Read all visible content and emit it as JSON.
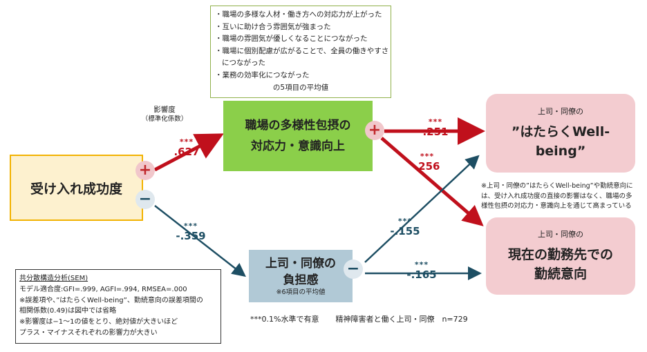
{
  "note_top": {
    "items": [
      "・職場の多様な人材・働き方への対応力が上がった",
      "・互いに助け合う雰囲気が強まった",
      "・職場の雰囲気が優しくなることにつながった",
      "・職場に個別配慮が広がることで、全員の働きやすさ",
      "につながった",
      "・業務の効率化につながった"
    ],
    "foot": "の5項目の平均値"
  },
  "effect_label": {
    "line1": "影響度",
    "line2": "（標準化係数）"
  },
  "nodes": {
    "accept": "受け入れ成功度",
    "inclusion_line1": "職場の多様性包摂の",
    "inclusion_line2": "対応力・意識向上",
    "burden_line1": "上司・同僚の",
    "burden_line2": "負担感",
    "burden_sub": "※6項目の平均値",
    "wellbeing_pre": "上司・同僚の",
    "wellbeing_line1": "”はたらくWell-",
    "wellbeing_line2": "being”",
    "retention_pre": "上司・同僚の",
    "retention_line1": "現在の勤務先での",
    "retention_line2": "勤続意向"
  },
  "signs": {
    "plus": "+",
    "minus": "−"
  },
  "paths": [
    {
      "from": "受け入れ成功度",
      "to": "職場の多様性包摂の対応力・意識向上",
      "coef": ".627",
      "stars": "***"
    },
    {
      "from": "受け入れ成功度",
      "to": "上司・同僚の負担感",
      "coef": "-.359",
      "stars": "***"
    },
    {
      "from": "職場の多様性包摂の対応力・意識向上",
      "to": "はたらくWell-being",
      "coef": ".251",
      "stars": "***"
    },
    {
      "from": "職場の多様性包摂の対応力・意識向上",
      "to": "勤続意向",
      "coef": ".256",
      "stars": "***"
    },
    {
      "from": "上司・同僚の負担感",
      "to": "はたらくWell-being",
      "coef": "-.155",
      "stars": "***"
    },
    {
      "from": "上司・同僚の負担感",
      "to": "勤続意向",
      "coef": "-.165",
      "stars": "***"
    }
  ],
  "note_right": {
    "l1": "※上司・同僚の”はたらくWell-being”や勤続意向に",
    "l2": "は、受け入れ成功度の直接の影響はなく、職場の多",
    "l3": "様性包摂の対応力・意識向上を通じて高まっている"
  },
  "sem_box": {
    "title": "共分散構造分析(SEM)",
    "l1": "モデル適合度:GFI=.999, AGFI=.994, RMSEA=.000",
    "l2": "※誤差項や、”はたらくWell-being”、勤続意向の誤差項間の",
    "l3": "相関係数(0.49)は図中では省略",
    "l4": "※影響度は−1～1の値をとり、絶対値が大きいほど",
    "l5": "プラス・マイナスそれぞれの影響力が大きい"
  },
  "footnote": {
    "sig": "***0.1%水準で有意",
    "sample": "精神障害者と働く上司・同僚　n=729"
  },
  "colors": {
    "positive": "#c0101c",
    "negative": "#1d4e63",
    "accept_border": "#f2b200",
    "inclusion": "#8bcf4a"
  }
}
